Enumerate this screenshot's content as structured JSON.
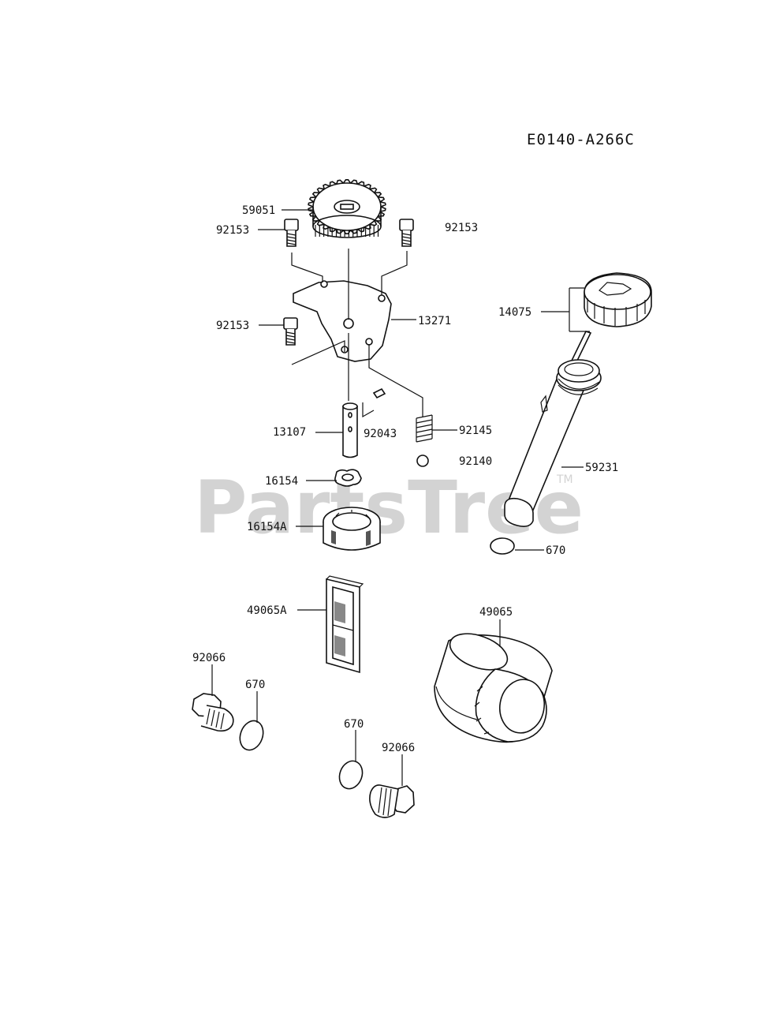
{
  "diagram_code": "E0140-A266C",
  "watermark": {
    "text": "PartsTree",
    "trademark": "TM"
  },
  "callouts": {
    "gear": "59051",
    "bolt_left_top": "92153",
    "bolt_right_top": "92153",
    "bolt_left_mid": "92153",
    "plate": "13271",
    "dipstick_cap": "14075",
    "shaft": "13107",
    "pin": "92043",
    "spring": "92145",
    "ball": "92140",
    "dipstick_tube": "59231",
    "inner_rotor": "16154",
    "outer_rotor": "16154A",
    "oring_tube": "670",
    "strainer": "49065A",
    "oil_filter": "49065",
    "plug_left": "92066",
    "oring_left": "670",
    "oring_center": "670",
    "plug_center": "92066"
  }
}
